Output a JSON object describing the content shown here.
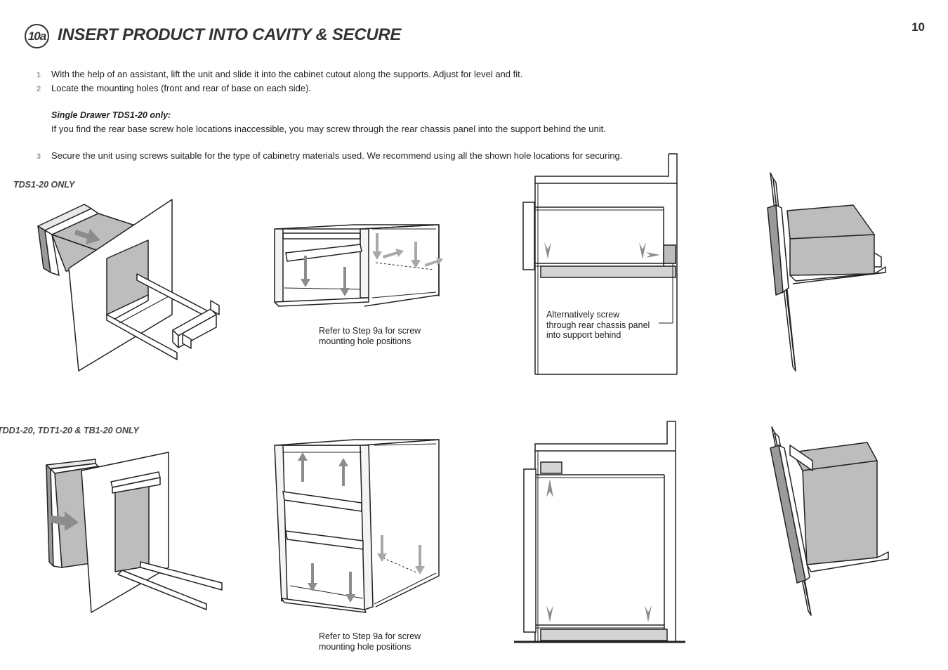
{
  "page_number": "10",
  "step": {
    "badge": "10a",
    "title": "INSERT PRODUCT INTO CAVITY & SECURE"
  },
  "instructions": [
    {
      "num": "1",
      "text": "With the help of an assistant, lift the unit and slide it into the cabinet cutout along the supports. Adjust for level and fit."
    },
    {
      "num": "2",
      "text": "Locate the mounting holes (front and rear of base on each side)."
    },
    {
      "num": "3",
      "text": "Secure the unit using screws suitable for the type of cabinetry materials used. We recommend using all the shown hole locations for securing."
    }
  ],
  "note": {
    "title": "Single Drawer TDS1-20 only:",
    "text": "If you find the rear base screw hole locations inaccessible, you may screw through the rear chassis panel into the support behind the unit."
  },
  "sections": {
    "top_label": "TDS1-20 ONLY",
    "bottom_label": "TDD1-20, TDT1-20 & TB1-20 ONLY"
  },
  "captions": {
    "top_refer": [
      "Refer to Step 9a for screw",
      "mounting hole positions"
    ],
    "alternative": [
      "Alternatively screw",
      "through rear chassis panel",
      "into support behind"
    ],
    "bottom_refer": [
      "Refer to Step 9a for screw",
      "mounting hole positions"
    ]
  },
  "colors": {
    "line": "#222222",
    "fill_grey": "#bdbdbd",
    "arrow_grey": "#8c8c8c"
  }
}
